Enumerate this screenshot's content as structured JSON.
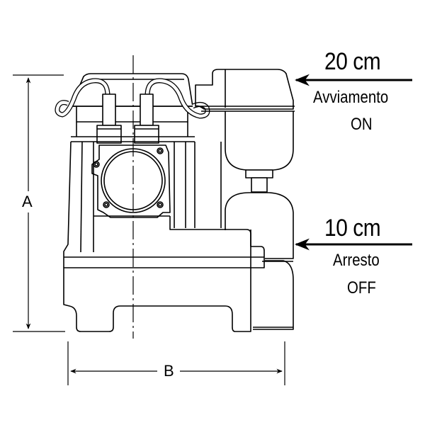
{
  "diagram": {
    "subject": "submersible pump with vertical float switch",
    "colors": {
      "line": "#000000",
      "background": "#ffffff"
    },
    "dimensions": {
      "height_label": "A",
      "width_label": "B"
    },
    "levels": [
      {
        "id": "on",
        "value": "20 cm",
        "label": "Avviamento",
        "state": "ON",
        "arrow": "arrow-left"
      },
      {
        "id": "off",
        "value": "10 cm",
        "label": "Arresto",
        "state": "OFF",
        "arrow": "arrow-left"
      }
    ]
  }
}
